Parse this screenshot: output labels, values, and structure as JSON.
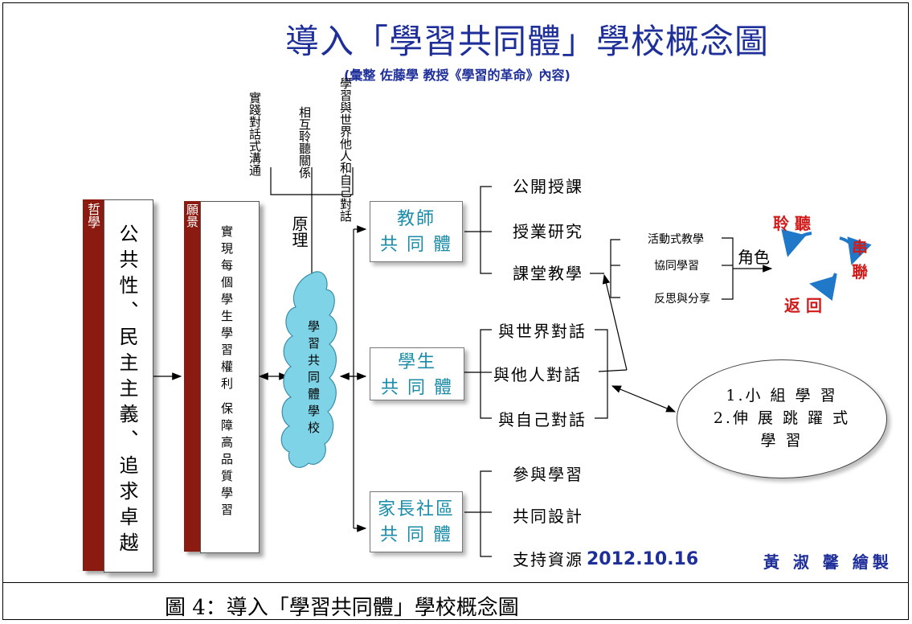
{
  "title": "導入「學習共同體」學校概念圖",
  "subtitle": "(彙整 佐藤學 教授《學習的革命》內容)",
  "philosophy": {
    "tab": "哲學",
    "content": "公共性、民主主義、追求卓越"
  },
  "vision": {
    "tab": "願景",
    "line1": "實現每個學生學習權利",
    "line2": "保障高品質學習"
  },
  "principles": [
    "實踐對話式溝通",
    "相互聆聽關係",
    "學習與世界他人和自己對話"
  ],
  "principle_label": "原理",
  "core": "學習共同體學校",
  "communities": {
    "teacher": {
      "line1": "教師",
      "line2": "共 同 體",
      "items": [
        "公開授課",
        "授業研究",
        "課堂教學"
      ]
    },
    "student": {
      "line1": "學生",
      "line2": "共 同 體",
      "items": [
        "與世界對話",
        "與他人對話",
        "與自己對話"
      ]
    },
    "parent": {
      "line1": "家長社區",
      "line2": "共 同 體",
      "items": [
        "參與學習",
        "共同設計",
        "支持資源"
      ]
    }
  },
  "classroom": {
    "items": [
      "活動式教學",
      "協同學習",
      "反思與分享"
    ],
    "role_label": "角色"
  },
  "roles": {
    "listen": "聆 聽",
    "connect_1": "串",
    "connect_2": "聯",
    "return": "返 回"
  },
  "student_method": {
    "line1": "1.小 組 學 習",
    "line2": "2.伸 展 跳 躍 式",
    "line3": "學 習"
  },
  "signature": {
    "date": "2012.10.16",
    "author": "黃 淑 馨 繪製"
  },
  "caption": "圖 4：導入「學習共同體」學校概念圖",
  "colors": {
    "title": "#1f2f9a",
    "bar": "#8b1a10",
    "cloud": "#7fd3e6",
    "community_text": "#1a8ca8",
    "role_red": "#d11a1a",
    "cycle_arrow": "#1f78c8"
  }
}
